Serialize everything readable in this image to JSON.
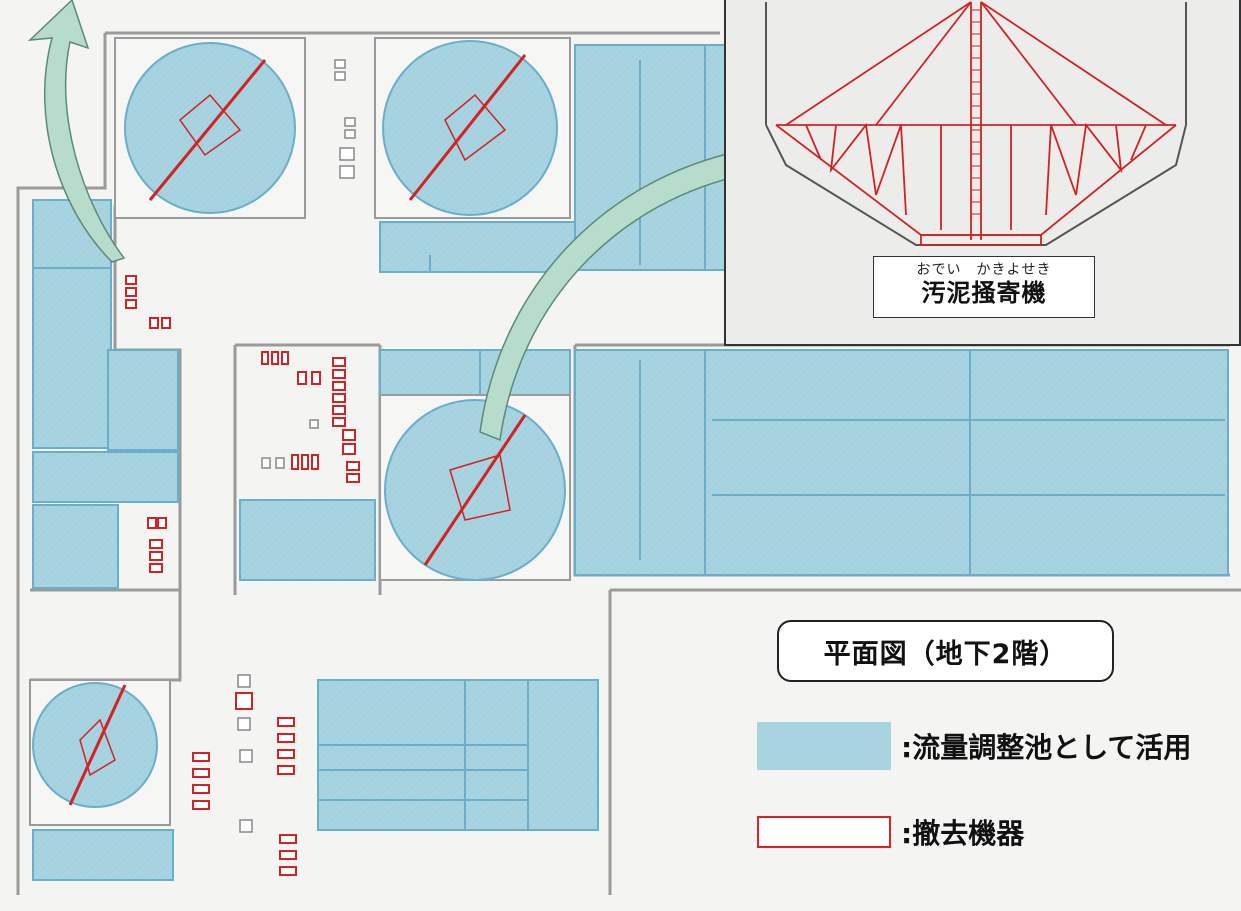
{
  "callout": {
    "ruby": "おでい　かきよせき",
    "name": "汚泥掻寄機"
  },
  "plan_title": "平面図（地下2階）",
  "legend": {
    "flow_label": ":流量調整池として活用",
    "remove_label": ":撤去機器"
  },
  "colors": {
    "tank_fill": "#a8d3e1",
    "tank_stroke": "#6aaecb",
    "equipment_red": "#d22222",
    "wall_gray": "#9a9a9a",
    "arrow_fill": "#b8dccc"
  },
  "icons": [
    "up-left-arrow-icon",
    "right-arrow-icon"
  ]
}
